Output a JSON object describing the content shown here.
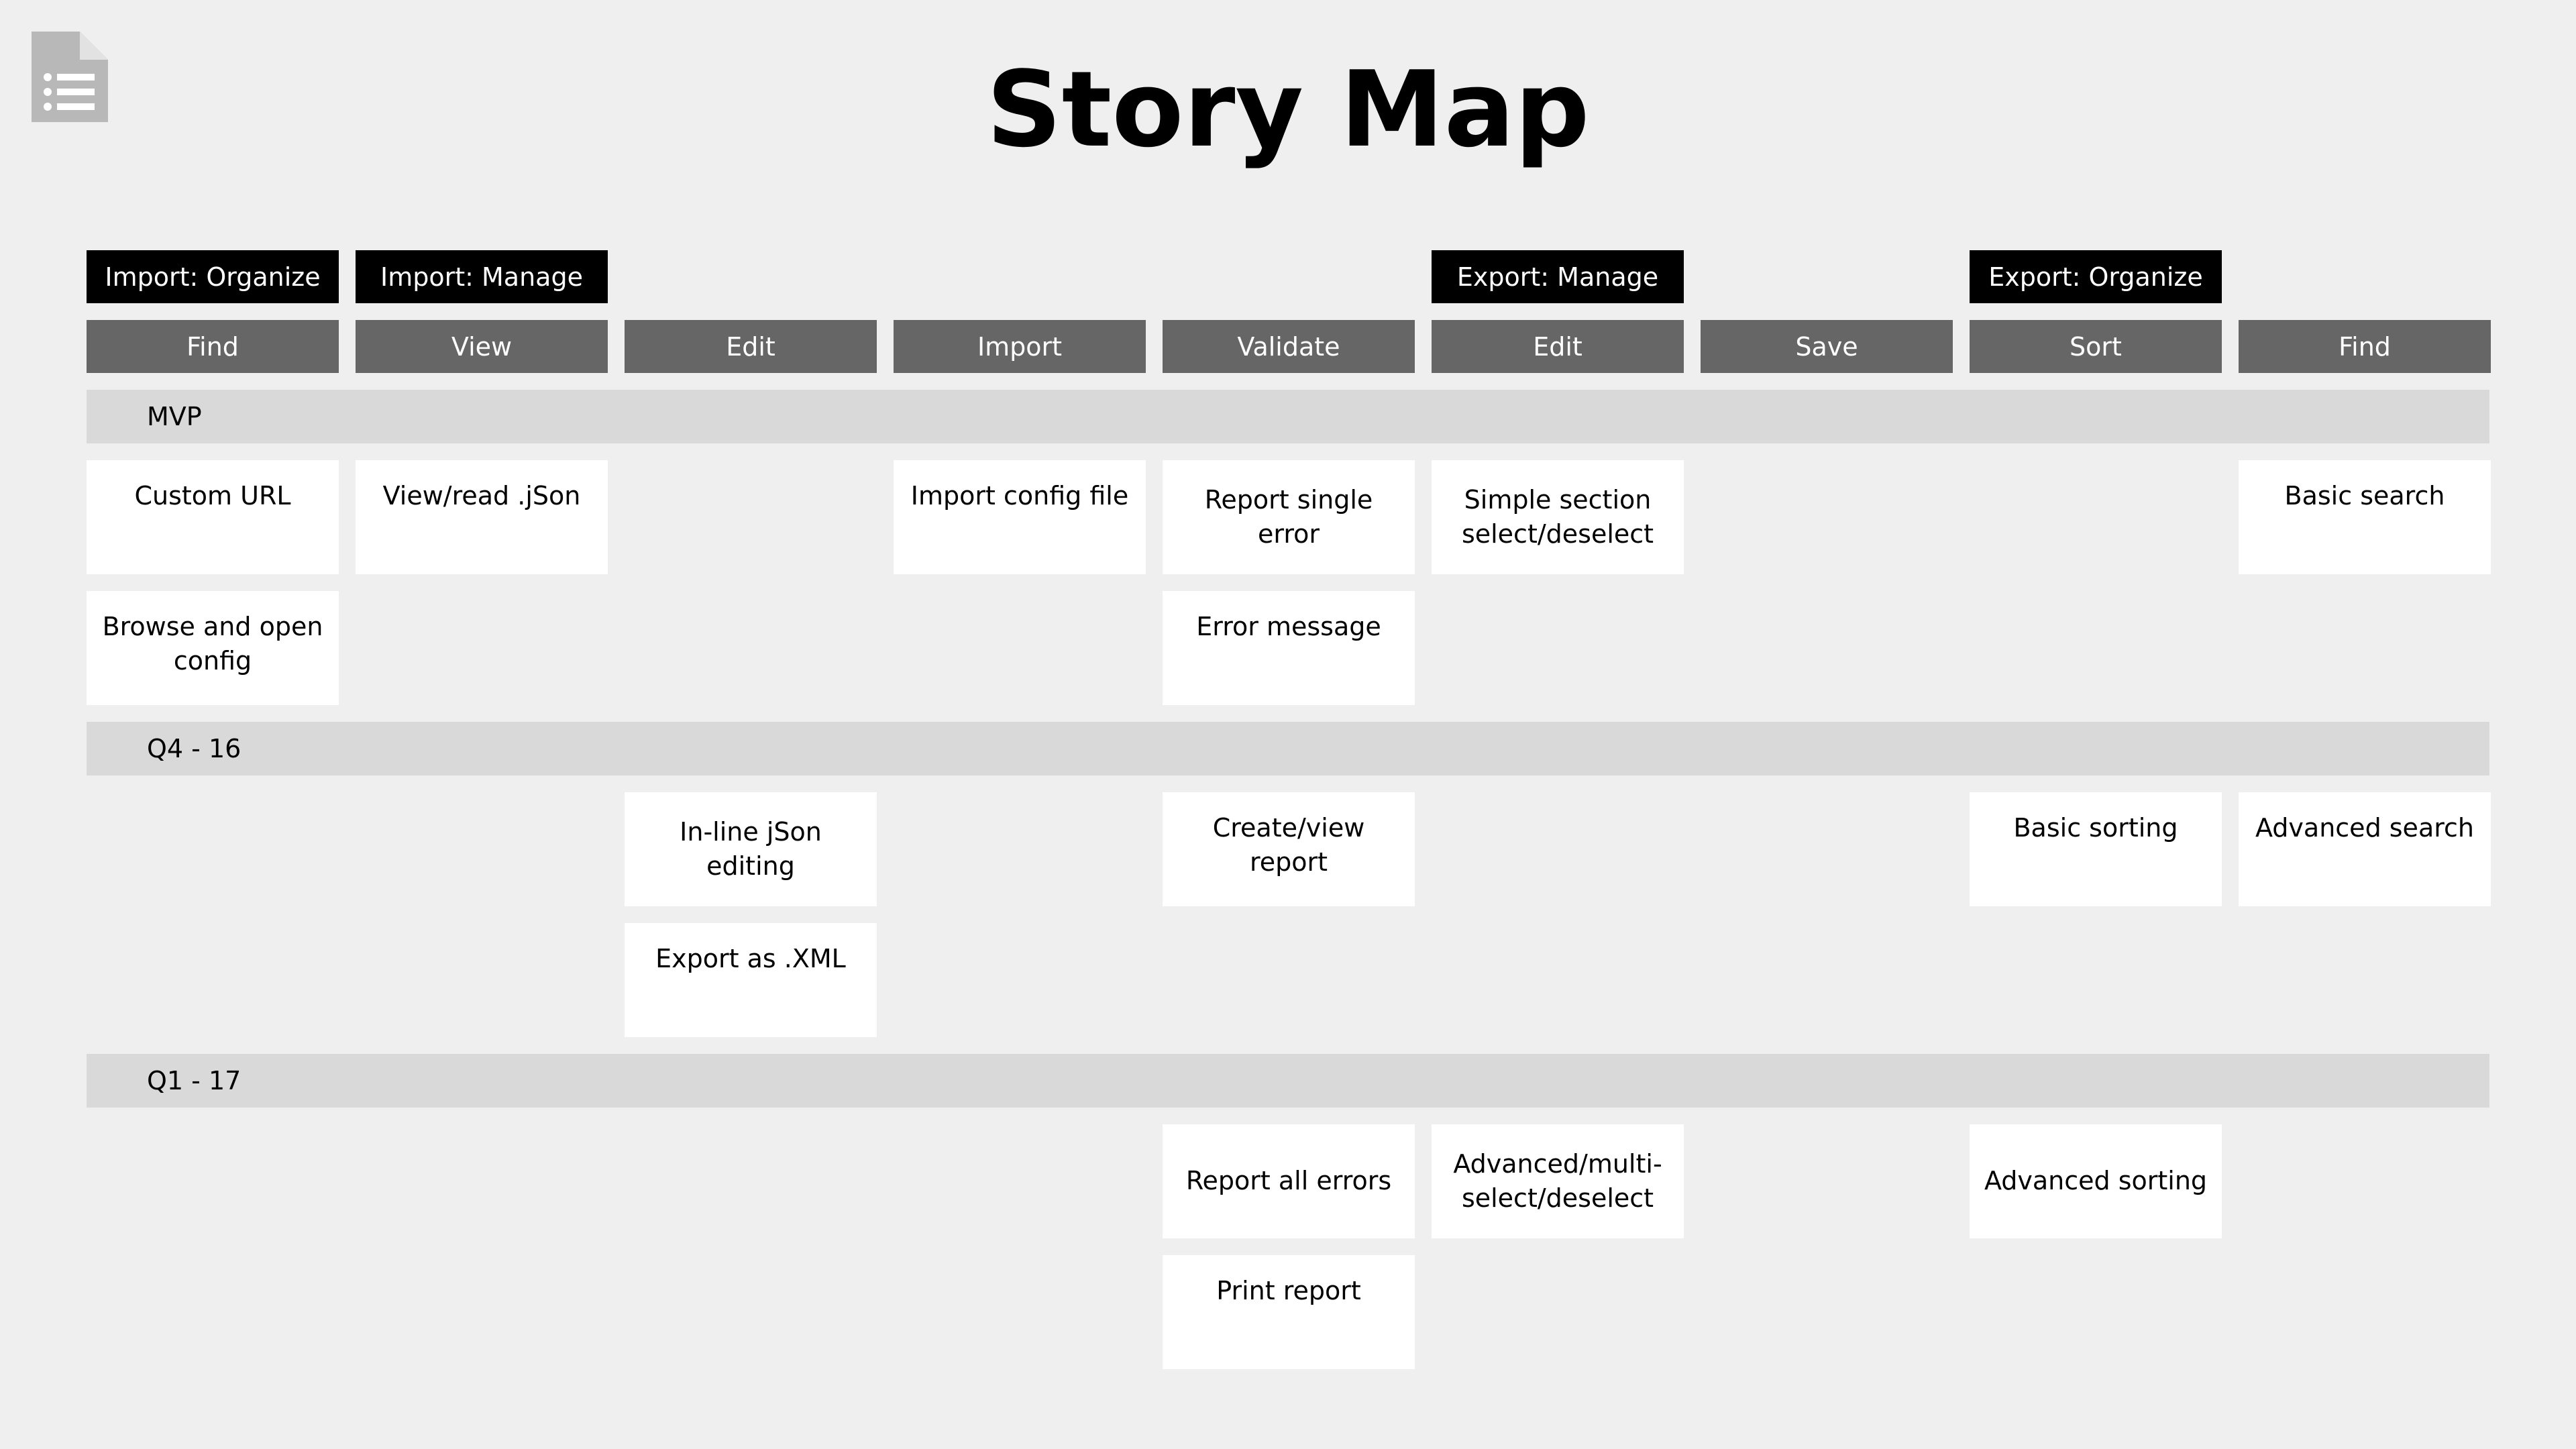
{
  "title": "Story Map",
  "icon": "document-list-icon",
  "colors": {
    "background": "#efefef",
    "epic": "#000000",
    "activity": "#666666",
    "band": "#d9d9d9",
    "card": "#ffffff"
  },
  "epics": [
    {
      "label": "Import: Organize",
      "column": 0
    },
    {
      "label": "Import: Manage",
      "column": 1
    },
    {
      "label": "Export: Manage",
      "column": 5
    },
    {
      "label": "Export: Organize",
      "column": 7
    }
  ],
  "activities": [
    "Find",
    "View",
    "Edit",
    "Import",
    "Validate",
    "Edit",
    "Save",
    "Sort",
    "Find"
  ],
  "releases": [
    {
      "label": "MVP",
      "cards": [
        {
          "column": 0,
          "row": 0,
          "text": "Custom URL"
        },
        {
          "column": 0,
          "row": 1,
          "text": "Browse and open config"
        },
        {
          "column": 1,
          "row": 0,
          "text": "View/read .jSon"
        },
        {
          "column": 3,
          "row": 0,
          "text": "Import config file"
        },
        {
          "column": 4,
          "row": 0,
          "text": "Report single error"
        },
        {
          "column": 4,
          "row": 1,
          "text": "Error message"
        },
        {
          "column": 5,
          "row": 0,
          "text": "Simple section select/deselect"
        },
        {
          "column": 8,
          "row": 0,
          "text": "Basic search"
        }
      ]
    },
    {
      "label": "Q4 - 16",
      "cards": [
        {
          "column": 2,
          "row": 0,
          "text": "In-line jSon editing"
        },
        {
          "column": 2,
          "row": 1,
          "text": "Export as .XML"
        },
        {
          "column": 4,
          "row": 0,
          "text": "Create/view report"
        },
        {
          "column": 7,
          "row": 0,
          "text": "Basic sorting"
        },
        {
          "column": 8,
          "row": 0,
          "text": "Advanced search"
        }
      ]
    },
    {
      "label": "Q1 - 17",
      "cards": [
        {
          "column": 4,
          "row": 0,
          "text": "Report all errors"
        },
        {
          "column": 4,
          "row": 1,
          "text": "Print report"
        },
        {
          "column": 5,
          "row": 0,
          "text": "Advanced/multi-select/deselect"
        },
        {
          "column": 7,
          "row": 0,
          "text": "Advanced sorting"
        }
      ]
    }
  ]
}
